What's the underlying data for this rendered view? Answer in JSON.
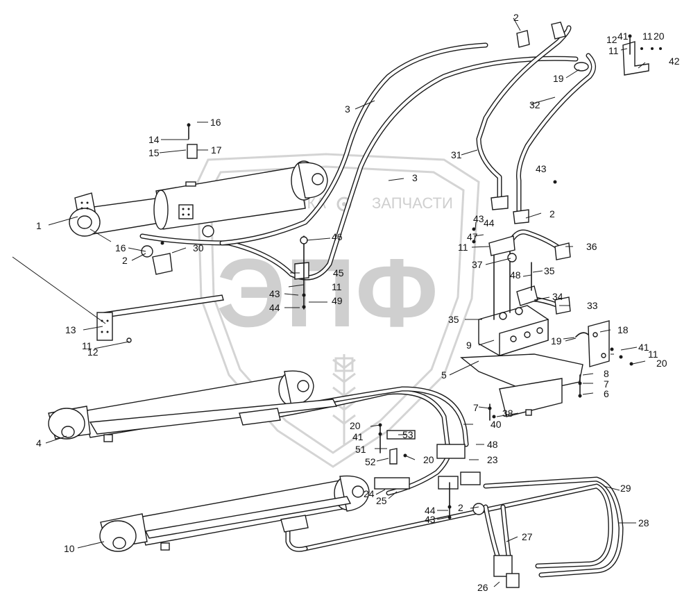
{
  "watermark": {
    "text_left": "ТЕХНИКА",
    "text_right": "ЗАПЧАСТИ",
    "logo": "ЭПФ",
    "gear_icon": "gear-icon",
    "wheat_icon": "wheat-icon",
    "color": "#cfcfcf"
  },
  "callouts": {
    "c1": "1",
    "c2a": "2",
    "c2b": "2",
    "c2c": "2",
    "c2d": "2",
    "c3a": "3",
    "c3b": "3",
    "c4": "4",
    "c5": "5",
    "c6": "6",
    "c7a": "7",
    "c7b": "7",
    "c8": "8",
    "c9": "9",
    "c10": "10",
    "c11a": "11",
    "c11b": "11",
    "c11c": "11",
    "c11d": "11",
    "c11e": "11",
    "c11f": "11",
    "c12a": "12",
    "c12b": "12",
    "c13": "13",
    "c14": "14",
    "c15": "15",
    "c16a": "16",
    "c16b": "16",
    "c17": "17",
    "c18": "18",
    "c19a": "19",
    "c19b": "19",
    "c20a": "20",
    "c20b": "20",
    "c20c": "20",
    "c20d": "20",
    "c23": "23",
    "c24": "24",
    "c25": "25",
    "c26": "26",
    "c27": "27",
    "c28": "28",
    "c29": "29",
    "c30": "30",
    "c31": "31",
    "c32": "32",
    "c33": "33",
    "c34": "34",
    "c35a": "35",
    "c35b": "35",
    "c36": "36",
    "c37": "37",
    "c38": "38",
    "c40": "40",
    "c41a": "41",
    "c41b": "41",
    "c41c": "41",
    "c42": "42",
    "c43a": "43",
    "c43b": "43",
    "c43c": "43",
    "c43d": "43",
    "c44a": "44",
    "c44b": "44",
    "c44c": "44",
    "c45": "45",
    "c46": "46",
    "c47": "47",
    "c48a": "48",
    "c48b": "48",
    "c49": "49",
    "c51": "51",
    "c52": "52",
    "c53": "53"
  },
  "style": {
    "line_color": "#1a1a1a",
    "background": "#ffffff"
  }
}
